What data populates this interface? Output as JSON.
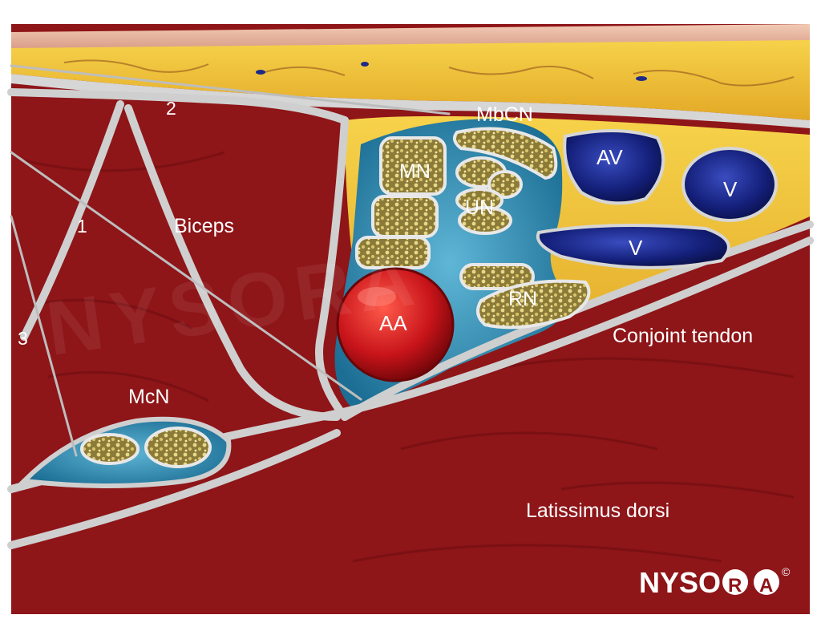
{
  "labels": {
    "mbcn": "MbCN",
    "mn": "MN",
    "un": "UN",
    "rn": "RN",
    "aa": "AA",
    "av": "AV",
    "v1": "V",
    "v2": "V",
    "mcn": "McN",
    "biceps": "Biceps",
    "conjoint_tendon": "Conjoint tendon",
    "latissimus_dorsi": "Latissimus dorsi",
    "needle_1": "1",
    "needle_2": "2",
    "needle_3": "3"
  },
  "logo": {
    "text_left": "NYSO",
    "text_circled": "R",
    "text_right": "A",
    "mark": "©"
  },
  "watermark": "NYSORA",
  "colors": {
    "muscle": "#8e1518",
    "muscle_dark": "#6e0d10",
    "fat": "#f0c535",
    "skin": "#e9b9a3",
    "fascia": "#cfcfcf",
    "fluid_blue": "#2f8fb8",
    "artery": "#c8141a",
    "vein": "#14207a",
    "nerve": "#a99a4c"
  }
}
